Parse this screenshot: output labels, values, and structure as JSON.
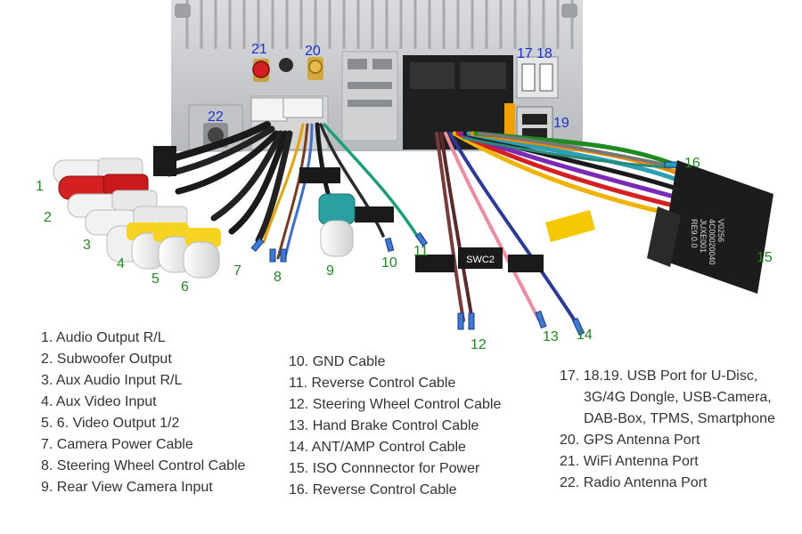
{
  "callouts": {
    "c1": "1",
    "c2": "2",
    "c3": "3",
    "c4": "4",
    "c5": "5",
    "c6": "6",
    "c7": "7",
    "c8": "8",
    "c9": "9",
    "c10": "10",
    "c11": "11",
    "c12": "12",
    "c13": "13",
    "c14": "14",
    "c15": "15",
    "c16": "16",
    "c17": "17",
    "c18": "18",
    "c19": "19",
    "c20": "20",
    "c21": "21",
    "c22": "22"
  },
  "cable_tags": {
    "swc2": "SWC2",
    "iso_code_line1": "V0256",
    "iso_code_line2": "4C00020040",
    "iso_code_line3": "JUXE001",
    "iso_code_line4": "RE9.0.0"
  },
  "legend": {
    "col1": [
      "1. Audio Output R/L",
      "2. Subwoofer Output",
      "3. Aux Audio Input R/L",
      "4. Aux Video Input",
      "5. 6. Video Output 1/2",
      "7. Camera Power Cable",
      "8. Steering Wheel Control Cable",
      "9. Rear View Camera Input"
    ],
    "col2": [
      "10. GND Cable",
      "11. Reverse Control Cable",
      "12. Steering Wheel Control Cable",
      "13. Hand Brake Control Cable",
      "14. ANT/AMP Control Cable",
      "15. ISO Connnector for Power",
      "16. Reverse Control Cable"
    ],
    "col3": [
      "17. 18.19. USB Port for U-Disc,",
      "3G/4G Dongle, USB-Camera,",
      "DAB-Box, TPMS, Smartphone",
      "20. GPS Antenna Port",
      "21. WiFi Antenna Port",
      "22. Radio Antenna Port"
    ]
  },
  "colors": {
    "callout_green": "#1f8a1f",
    "callout_blue": "#1a2fd6",
    "legend_text": "#333333",
    "chassis": "#c9ccce",
    "rca_white": "#f2f2f2",
    "rca_red": "#d42020",
    "rca_yellow": "#f5d320",
    "connector_black": "#1c1c1c"
  }
}
